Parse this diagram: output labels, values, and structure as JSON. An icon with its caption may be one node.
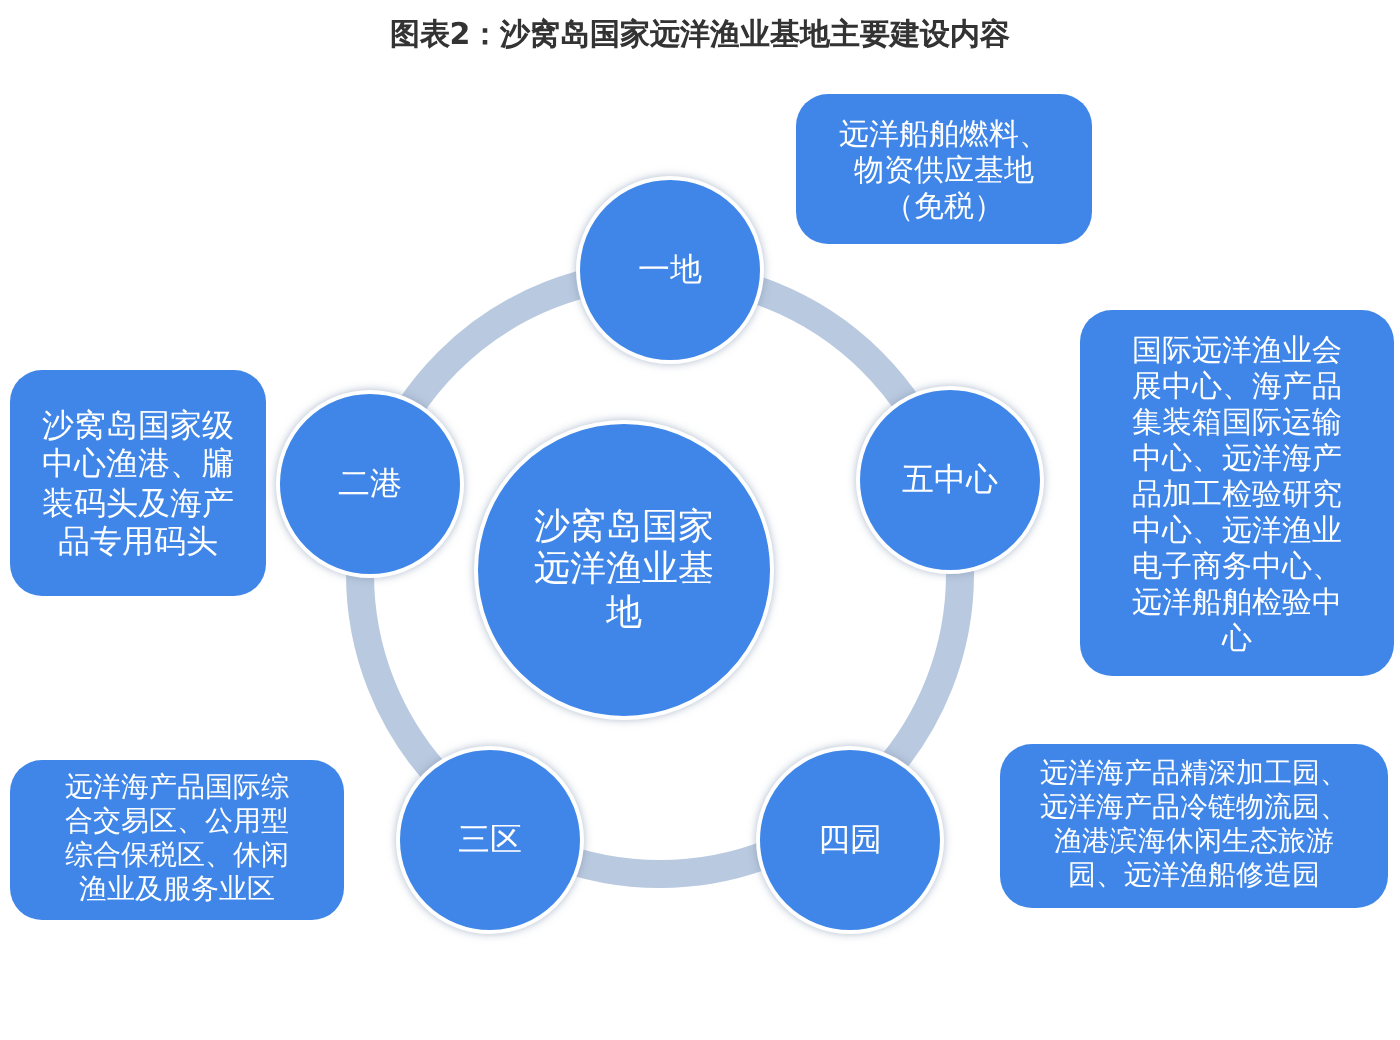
{
  "diagram": {
    "title": "图表2：沙窝岛国家远洋渔业基地主要建设内容",
    "nodes": [
      {
        "text": [
          "沙窝岛国家远洋渔业基地"
        ]
      },
      {
        "text": [
          "一地"
        ]
      },
      {
        "text": [
          "五中心"
        ]
      },
      {
        "text": [
          "四园"
        ]
      },
      {
        "text": [
          "三区"
        ]
      },
      {
        "text": [
          "二港"
        ]
      },
      {
        "text": [
          "远洋船舶燃料、物资供应基地（免税）"
        ]
      },
      {
        "text": [
          "国际远洋渔业会展中心、海产品集装箱国际运输中心、远洋海产品加工检验研究中心、远洋渔业电子商务中心、远洋船舶检验中心"
        ]
      },
      {
        "text": [
          "远洋海产品精深加工园、远洋海产品冷链物流园、渔港滨海休闲生态旅游园、远洋渔船修造园"
        ]
      },
      {
        "text": [
          "远洋海产品国际综合交易区、公用型综合保税区、休闲渔业及服务业区"
        ]
      },
      {
        "text": [
          "沙窝岛国家级中心渔港、牖装码头及海产品专用码头"
        ]
      }
    ],
    "edges": []
  }
}
